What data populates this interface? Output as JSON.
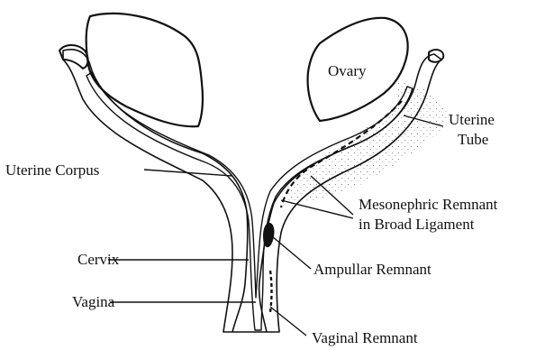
{
  "labels": {
    "ovary": "Ovary",
    "uterine_tube_1": "Uterine",
    "uterine_tube_2": "Tube",
    "uterine_corpus": "Uterine Corpus",
    "mesonephric_1": "Mesonephric Remnant",
    "mesonephric_2": "in Broad Ligament",
    "cervix": "Cervix",
    "ampullar": "Ampullar Remnant",
    "vagina": "Vagina",
    "vaginal_remnant": "Vaginal Remnant"
  }
}
